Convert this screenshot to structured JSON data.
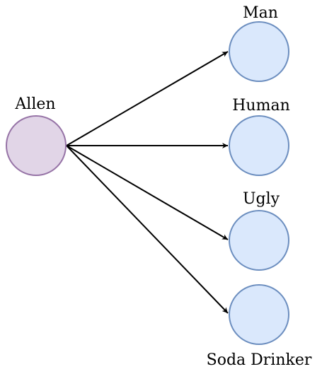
{
  "diagram": {
    "source": {
      "label": "Allen",
      "fill": "#e1d5e7",
      "stroke": "#9673a6"
    },
    "targets": [
      {
        "label": "Man"
      },
      {
        "label": "Human"
      },
      {
        "label": "Ugly"
      },
      {
        "label": "Soda Drinker"
      }
    ],
    "target_fill": "#dae8fc",
    "target_stroke": "#6c8ebf",
    "edge_color": "#000000"
  }
}
